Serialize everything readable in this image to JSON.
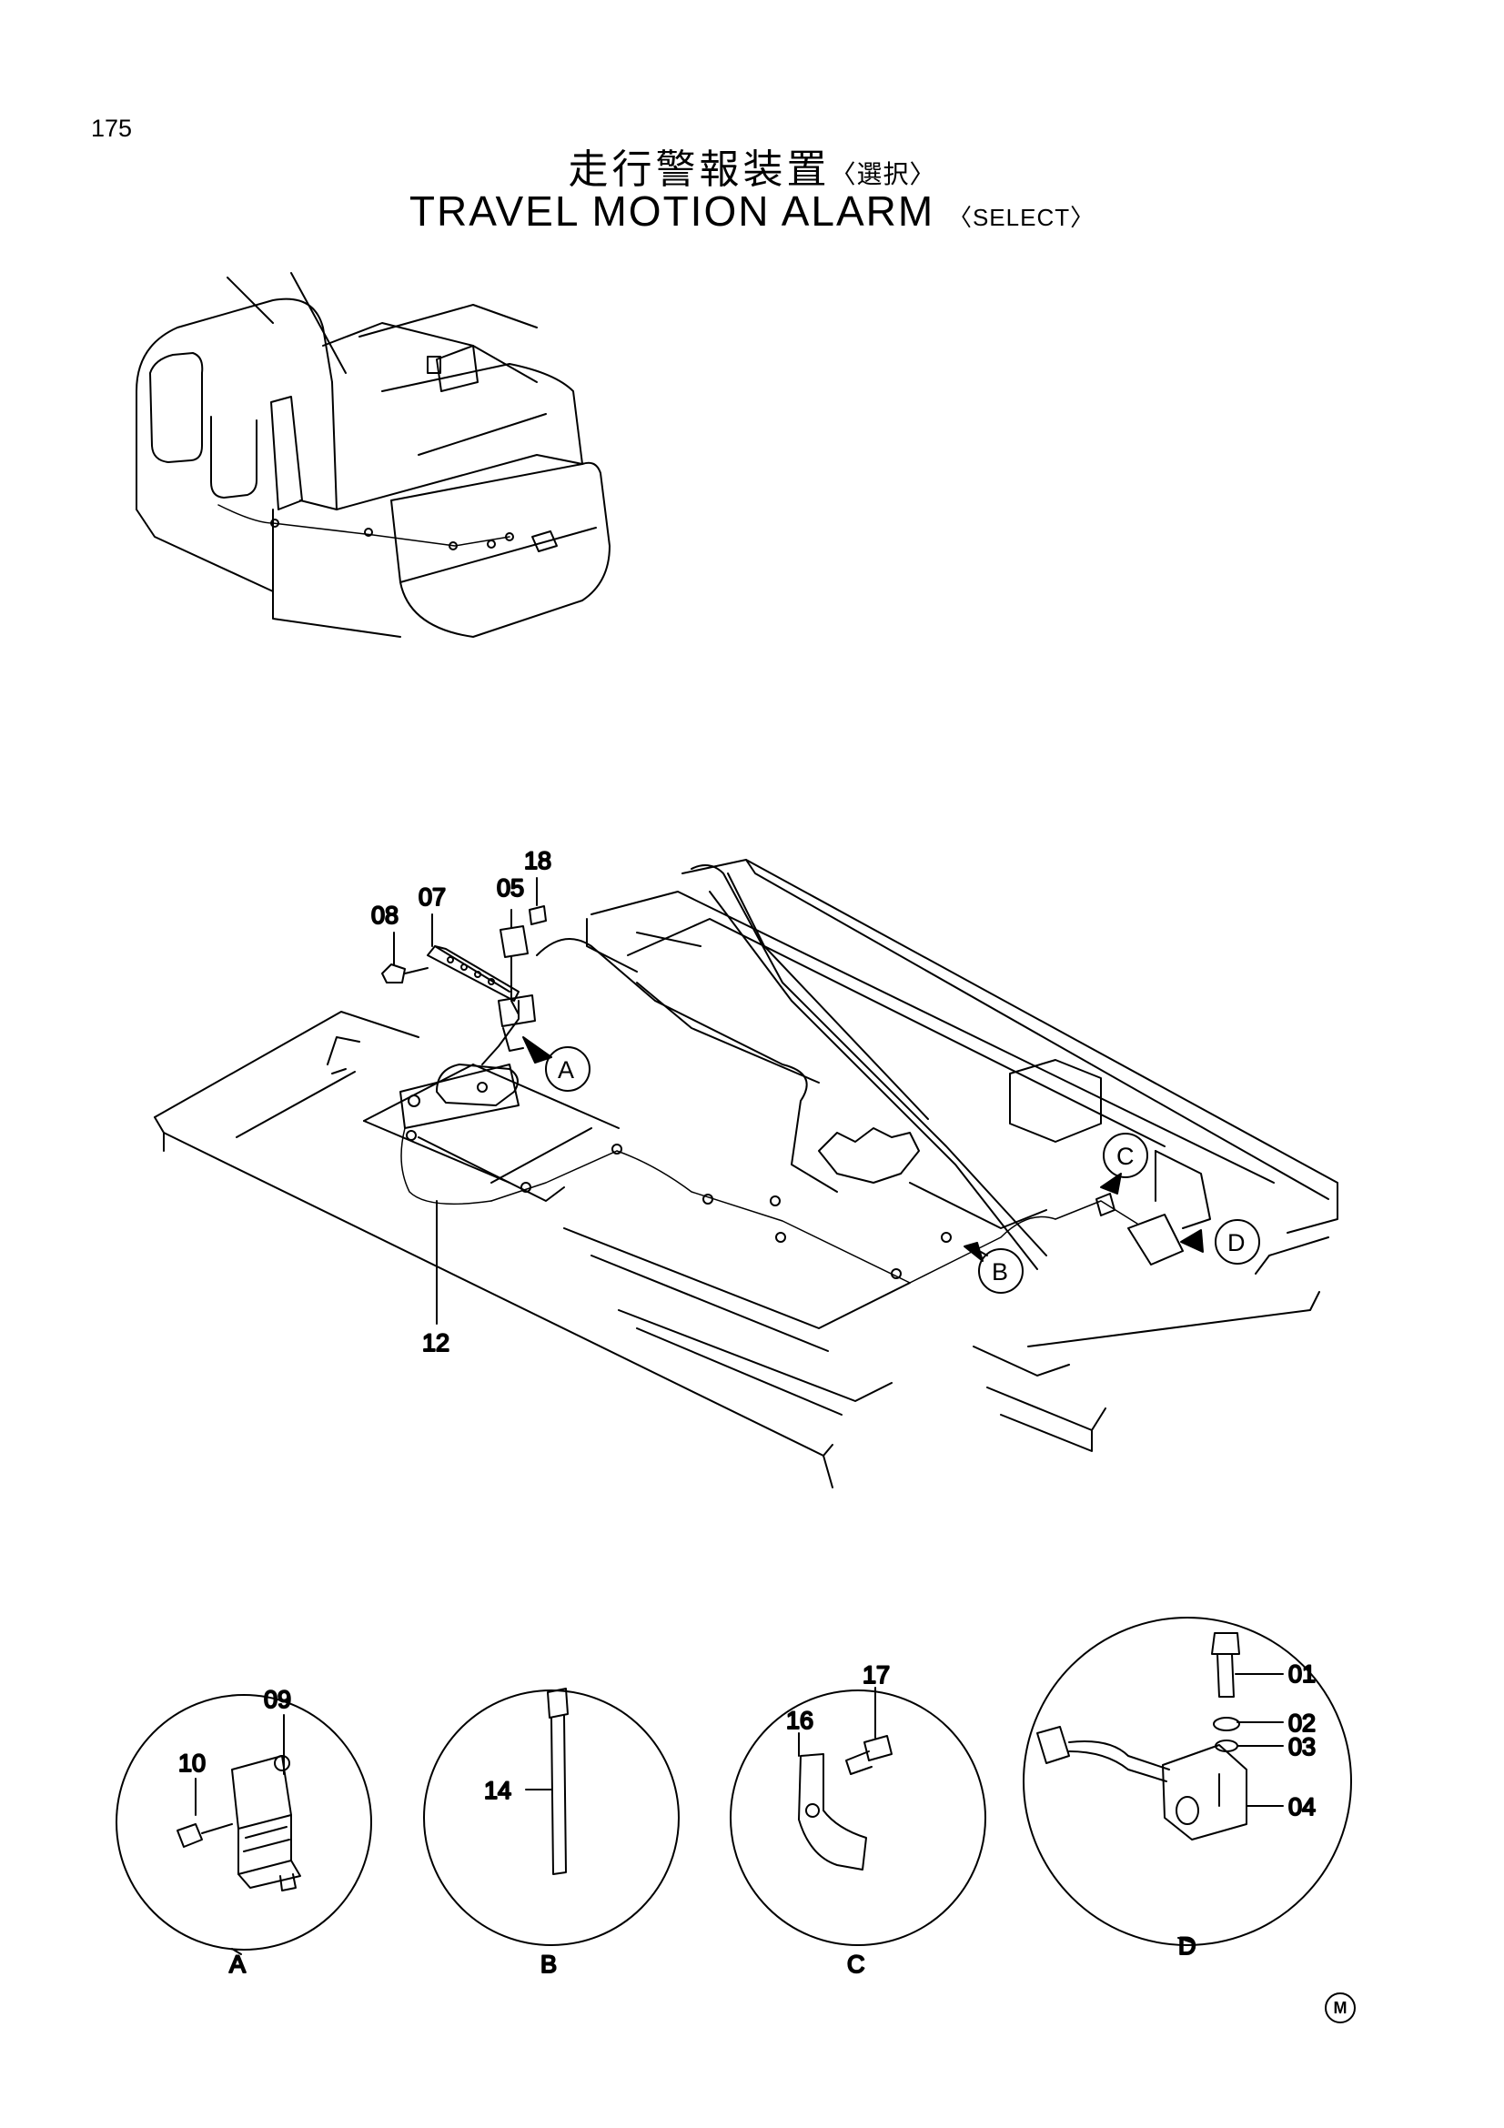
{
  "page": {
    "number": "175",
    "title_jp": "走行警報装置",
    "title_jp_select": "〈選択〉",
    "title_en": "TRAVEL MOTION ALARM",
    "title_en_select": "〈SELECT〉",
    "manufacturer_mark": "M"
  },
  "callouts": {
    "p01": "01",
    "p02": "02",
    "p03": "03",
    "p04": "04",
    "p05": "05",
    "p07": "07",
    "p08": "08",
    "p09": "09",
    "p10": "10",
    "p12": "12",
    "p14": "14",
    "p16": "16",
    "p17": "17",
    "p18": "18"
  },
  "details": {
    "a": "A",
    "b": "B",
    "c": "C",
    "d": "D"
  }
}
